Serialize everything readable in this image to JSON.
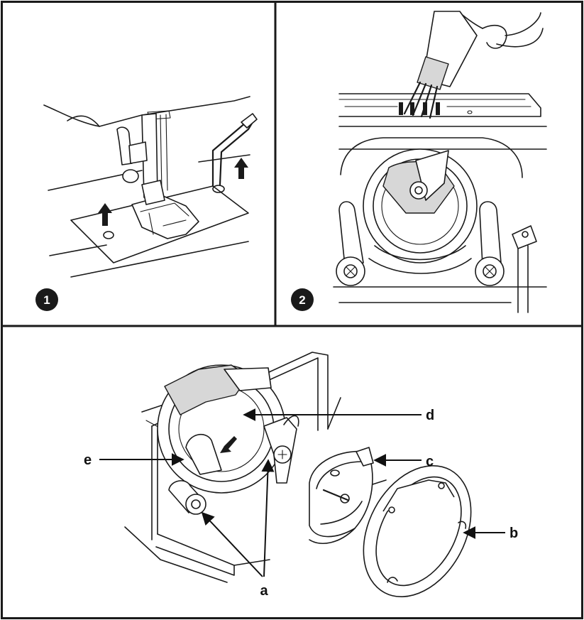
{
  "figure": {
    "panels": [
      {
        "id": "step1",
        "number": "1"
      },
      {
        "id": "step2",
        "number": "2"
      },
      {
        "id": "step3",
        "number": ""
      }
    ],
    "callouts": {
      "a": "a",
      "b": "b",
      "c": "c",
      "d": "d",
      "e": "e"
    }
  }
}
